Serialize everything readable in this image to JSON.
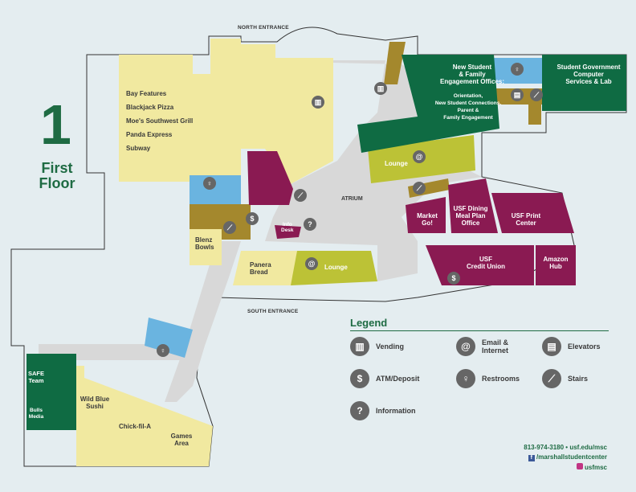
{
  "floor": {
    "number": "1",
    "name_line1": "First",
    "name_line2": "Floor"
  },
  "entrances": {
    "north": "NORTH ENTRANCE",
    "south": "SOUTH ENTRANCE"
  },
  "food_court": {
    "items": [
      "Bay Features",
      "Blackjack Pizza",
      "Moe's Southwest Grill",
      "Panda Express",
      "Subway"
    ]
  },
  "rooms": {
    "blenz": [
      "Blenz",
      "Bowls"
    ],
    "info_desk": [
      "Info",
      "Desk"
    ],
    "atrium": "ATRIUM",
    "panera": [
      "Panera",
      "Bread"
    ],
    "lounge_south": "Lounge",
    "lounge_north": "Lounge",
    "new_student": [
      "New Student",
      "& Family",
      "Engagement Offices:"
    ],
    "new_student_sub": [
      "Orientation,",
      "New Student Connections,",
      "Parent &",
      "Family Engagement"
    ],
    "student_gov": [
      "Student Government",
      "Computer",
      "Services & Lab"
    ],
    "market": [
      "Market",
      "Go!"
    ],
    "dining": [
      "USF Dining",
      "Meal Plan",
      "Office"
    ],
    "print": [
      "USF Print",
      "Center"
    ],
    "credit_union": [
      "USF",
      "Credit Union"
    ],
    "amazon": [
      "Amazon",
      "Hub"
    ],
    "safe": [
      "SAFE",
      "Team"
    ],
    "bulls_media": [
      "Bulls",
      "Media"
    ],
    "wild_blue": [
      "Wild Blue",
      "Sushi"
    ],
    "chick": "Chick-fil-A",
    "games": [
      "Games",
      "Area"
    ]
  },
  "legend": {
    "title": "Legend",
    "items": [
      {
        "icon": "vending-icon",
        "label": "Vending"
      },
      {
        "icon": "email-icon",
        "label_line1": "Email &",
        "label_line2": "Internet"
      },
      {
        "icon": "elevator-icon",
        "label": "Elevators"
      },
      {
        "icon": "atm-icon",
        "label": "ATM/Deposit"
      },
      {
        "icon": "restroom-icon",
        "label": "Restrooms"
      },
      {
        "icon": "stairs-icon",
        "label": "Stairs"
      },
      {
        "icon": "information-icon",
        "label": "Information"
      }
    ]
  },
  "contact": {
    "phone_web": "813-974-3180 • usf.edu/msc",
    "facebook": "/marshallstudentcenter",
    "instagram": "usfmsc"
  },
  "colors": {
    "yellow": "#f1e9a0",
    "maroon": "#8a1a52",
    "green": "#0f6b43",
    "olive": "#bcc236",
    "gold": "#a4882d",
    "blue": "#6ab4e0",
    "gray": "#d8d8d8",
    "background": "#e4edf0"
  }
}
